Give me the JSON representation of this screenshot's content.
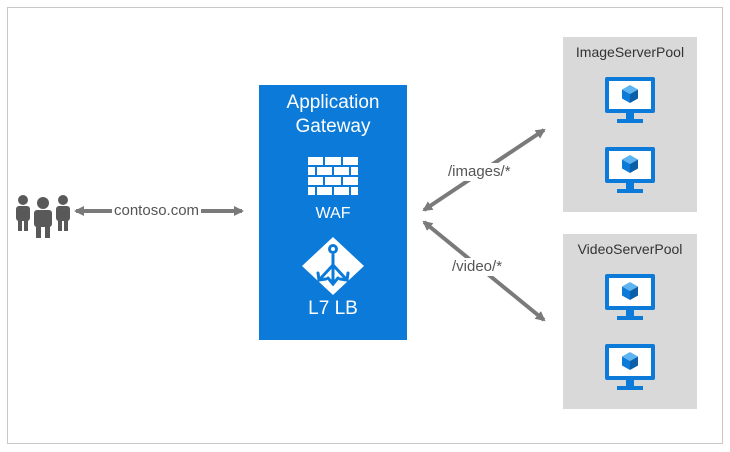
{
  "gateway": {
    "title_line1": "Application",
    "title_line2": "Gateway",
    "waf_label": "WAF",
    "lb_label": "L7 LB",
    "waf_icon": "firewall-icon",
    "lb_icon": "load-balancer-icon",
    "color": "#0c7ad8"
  },
  "client": {
    "icon": "users-icon",
    "connection_label": "contoso.com"
  },
  "routes": [
    {
      "path": "/images/*",
      "target": "ImageServerPool"
    },
    {
      "path": "/video/*",
      "target": "VideoServerPool"
    }
  ],
  "pools": [
    {
      "name": "ImageServerPool",
      "servers": [
        "virtual-machine-icon",
        "virtual-machine-icon"
      ]
    },
    {
      "name": "VideoServerPool",
      "servers": [
        "virtual-machine-icon",
        "virtual-machine-icon"
      ]
    }
  ],
  "colors": {
    "gateway": "#0c7ad8",
    "pool_background": "#d9d9d9",
    "arrow": "#7a7a7a",
    "users": "#595959",
    "vm_screen": "#0c7ad8"
  }
}
